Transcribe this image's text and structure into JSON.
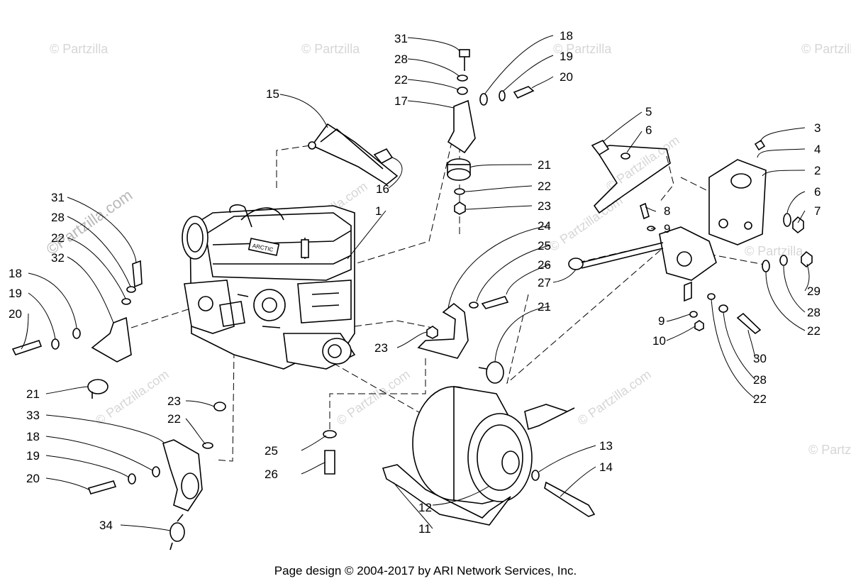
{
  "watermarks": {
    "small": "© Partzilla",
    "small_com": "© Partzilla.com",
    "big": "©Partzilla.com"
  },
  "callouts": {
    "c1": "1",
    "c2": "2",
    "c3": "3",
    "c4": "4",
    "c5": "5",
    "c6a": "6",
    "c6b": "6",
    "c7": "7",
    "c8": "8",
    "c9a": "9",
    "c9b": "9",
    "c10": "10",
    "c11": "11",
    "c12": "12",
    "c13": "13",
    "c14": "14",
    "c15": "15",
    "c16": "16",
    "c17": "17",
    "c18a": "18",
    "c18b": "18",
    "c18c": "18",
    "c19a": "19",
    "c19b": "19",
    "c19c": "19",
    "c20a": "20",
    "c20b": "20",
    "c20c": "20",
    "c21a": "21",
    "c21b": "21",
    "c21c": "21",
    "c22a": "22",
    "c22b": "22",
    "c22c": "22",
    "c22d": "22",
    "c22e": "22",
    "c22f": "22",
    "c23a": "23",
    "c23b": "23",
    "c23c": "23",
    "c24": "24",
    "c25a": "25",
    "c25b": "25",
    "c26a": "26",
    "c26b": "26",
    "c27": "27",
    "c28a": "28",
    "c28b": "28",
    "c28c": "28",
    "c28d": "28",
    "c29": "29",
    "c30": "30",
    "c31a": "31",
    "c31b": "31",
    "c32": "32",
    "c33": "33",
    "c34": "34"
  },
  "engine_label": "ARCTIC",
  "footer": "Page design © 2004-2017 by ARI Network Services, Inc."
}
